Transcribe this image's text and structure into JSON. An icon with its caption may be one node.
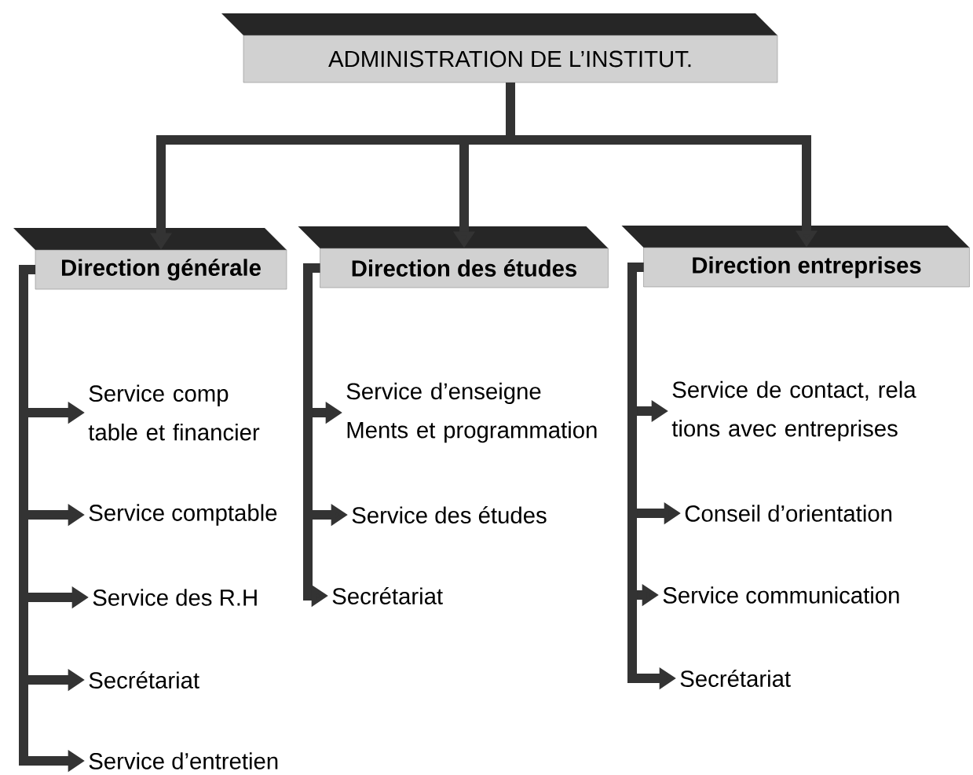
{
  "diagram": {
    "nodes": [
      {
        "text": [
          "ADMINISTRATION DE L’INSTITUT."
        ]
      },
      {
        "text": [
          "Direction générale"
        ]
      },
      {
        "text": [
          "Direction des études"
        ]
      },
      {
        "text": [
          "Direction entreprises"
        ]
      },
      {
        "text": [
          "Service comp table et financier"
        ]
      },
      {
        "text": [
          "Service comptable"
        ]
      },
      {
        "text": [
          "Service des R.H"
        ]
      },
      {
        "text": [
          "Secrétariat"
        ]
      },
      {
        "text": [
          "Service d’entretien"
        ]
      },
      {
        "text": [
          "Service d’enseigne Ments et programmation"
        ]
      },
      {
        "text": [
          "Service des études"
        ]
      },
      {
        "text": [
          "Secrétariat"
        ]
      },
      {
        "text": [
          "Service de contact, rela tions avec entreprises"
        ]
      },
      {
        "text": [
          "Conseil d’orientation"
        ]
      },
      {
        "text": [
          "Service communication"
        ]
      },
      {
        "text": [
          "Secrétariat"
        ]
      }
    ],
    "edges": [
      {
        "from": 0,
        "to": 1,
        "arrow": "to"
      },
      {
        "from": 0,
        "to": 2,
        "arrow": "to"
      },
      {
        "from": 0,
        "to": 3,
        "arrow": "to"
      },
      {
        "from": 1,
        "to": 4,
        "arrow": "to"
      },
      {
        "from": 1,
        "to": 5,
        "arrow": "to"
      },
      {
        "from": 1,
        "to": 6,
        "arrow": "to"
      },
      {
        "from": 1,
        "to": 7,
        "arrow": "to"
      },
      {
        "from": 1,
        "to": 8,
        "arrow": "to"
      },
      {
        "from": 2,
        "to": 9,
        "arrow": "to"
      },
      {
        "from": 2,
        "to": 10,
        "arrow": "to"
      },
      {
        "from": 2,
        "to": 11,
        "arrow": "to"
      },
      {
        "from": 3,
        "to": 12,
        "arrow": "to"
      },
      {
        "from": 3,
        "to": 13,
        "arrow": "to"
      },
      {
        "from": 3,
        "to": 14,
        "arrow": "to"
      },
      {
        "from": 3,
        "to": 15,
        "arrow": "to"
      }
    ]
  }
}
